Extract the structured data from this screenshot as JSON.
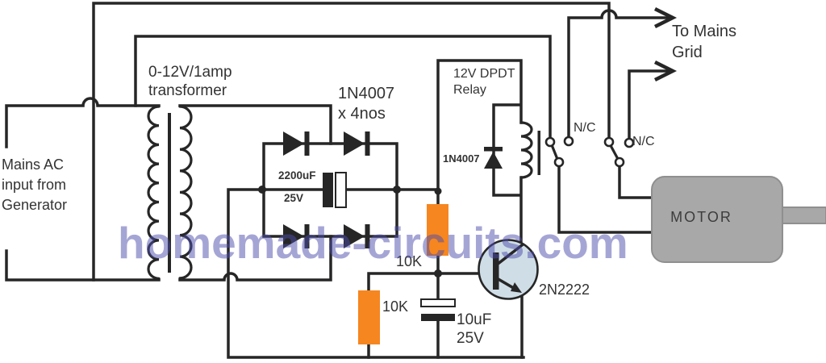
{
  "colors": {
    "wire": "#262626",
    "resistor_body": "#f6861f",
    "motor_body": "#a8a8a8",
    "motor_border": "#8f8f8f",
    "transistor_fill": "#cfdde6",
    "text": "#333333",
    "watermark": "#4d4dac"
  },
  "labels": {
    "generator_input": "Mains AC\ninput from\nGenerator",
    "transformer": "0-12V/1amp\ntransformer",
    "bridge_diodes": "1N4007\nx 4nos",
    "filter_cap_value": "2200uF",
    "filter_cap_voltage": "25V",
    "relay": "12V DPDT\nRelay",
    "flyback_diode": "1N4007",
    "resistor_series": "10K",
    "resistor_shunt": "10K",
    "base_capacitor": "10uF\n25V",
    "transistor": "2N2222",
    "contact_left": "N/C",
    "contact_right": "N/C",
    "mains_grid": "To Mains\nGrid",
    "motor": "MOTOR",
    "watermark": "homemade-circuits.com"
  }
}
